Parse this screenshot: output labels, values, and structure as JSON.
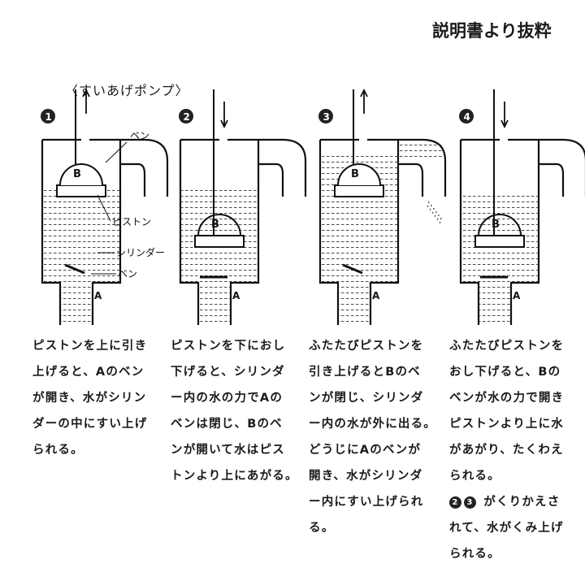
{
  "header": {
    "title": "説明書より抜粋"
  },
  "diagram": {
    "title": "〈すいあげポンプ〉",
    "labels": {
      "ben_top": "ベン",
      "piston": "ピストン",
      "cylinder": "シリンダー",
      "ben_bottom": "ベン",
      "valve_b": "B",
      "valve_a": "A"
    },
    "steps": [
      {
        "num": "1",
        "lines": [
          "ピストンを上に引き",
          "上げると、Aのベン",
          "が開き、水がシリン",
          "ダーの中にすい上げ",
          "られる。"
        ]
      },
      {
        "num": "2",
        "lines": [
          "ピストンを下におし",
          "下げると、シリンダ",
          "ー内の水の力でAの",
          "ベンは閉じ、Bのベ",
          "ンが開いて水はピス",
          "トンより上にあがる。"
        ]
      },
      {
        "num": "3",
        "lines": [
          "ふたたびピストンを",
          "引き上げるとBのベ",
          "ンが閉じ、シリンダ",
          "ー内の水が外に出る。",
          "どうじにAのベンが",
          "開き、水がシリンダ",
          "ー内にすい上げられ",
          "る。"
        ]
      },
      {
        "num": "4",
        "lines": [
          "ふたたびピストンを",
          "おし下げると、Bの",
          "ベンが水の力で開き",
          "ピストンより上に水",
          "があがり、たくわえ",
          "られる。"
        ],
        "note": {
          "badges": [
            "2",
            "3"
          ],
          "lines": [
            "がくりかえさ",
            "れて、水がくみ上げ",
            "られる。"
          ]
        }
      }
    ]
  }
}
